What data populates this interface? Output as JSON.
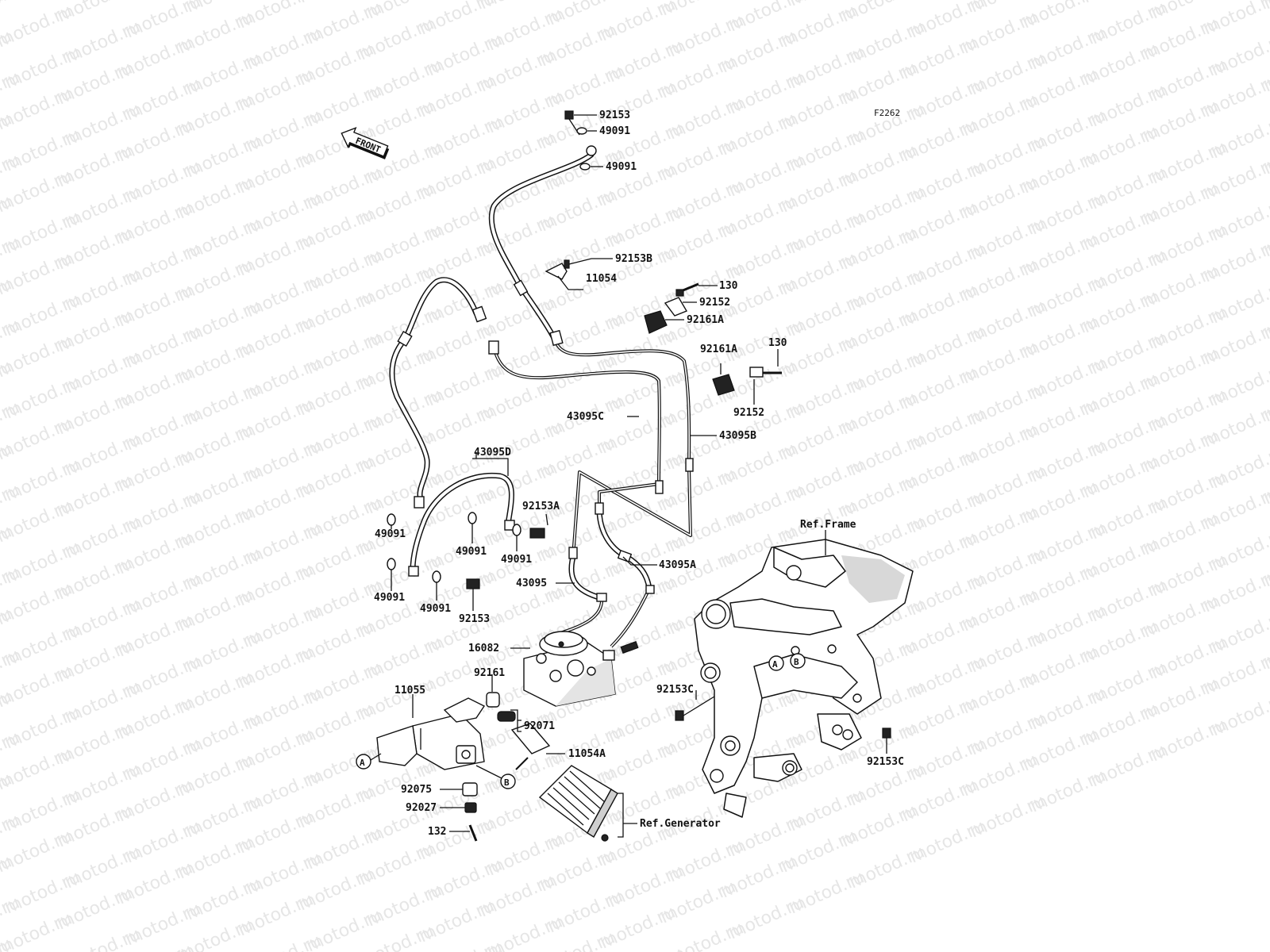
{
  "watermark": "motod.ru",
  "figure_code": "F2262",
  "front_arrow": "FRONT",
  "labels": {
    "l92153_top": "92153",
    "l49091_a": "49091",
    "l49091_b": "49091",
    "l92153B": "92153B",
    "l11054": "11054",
    "l130_a": "130",
    "l92152_a": "92152",
    "l92161A_a": "92161A",
    "l92161A_b": "92161A",
    "l130_b": "130",
    "l92152_b": "92152",
    "l43095C": "43095C",
    "l43095B": "43095B",
    "l43095D": "43095D",
    "l92153A": "92153A",
    "l49091_c": "49091",
    "l49091_d": "49091",
    "l49091_e": "49091",
    "l49091_f": "49091",
    "l49091_g": "49091",
    "l92153_mid": "92153",
    "l43095A": "43095A",
    "l43095": "43095",
    "l16082": "16082",
    "l92161": "92161",
    "l11055": "11055",
    "l92071": "92071",
    "l11054A": "11054A",
    "l92075": "92075",
    "l92027": "92027",
    "l132": "132",
    "ref_frame": "Ref.Frame",
    "ref_generator": "Ref.Generator",
    "l92153C_a": "92153C",
    "l92153C_b": "92153C",
    "callout_A1": "A",
    "callout_B1": "B",
    "callout_A2": "A",
    "callout_B2": "B"
  }
}
